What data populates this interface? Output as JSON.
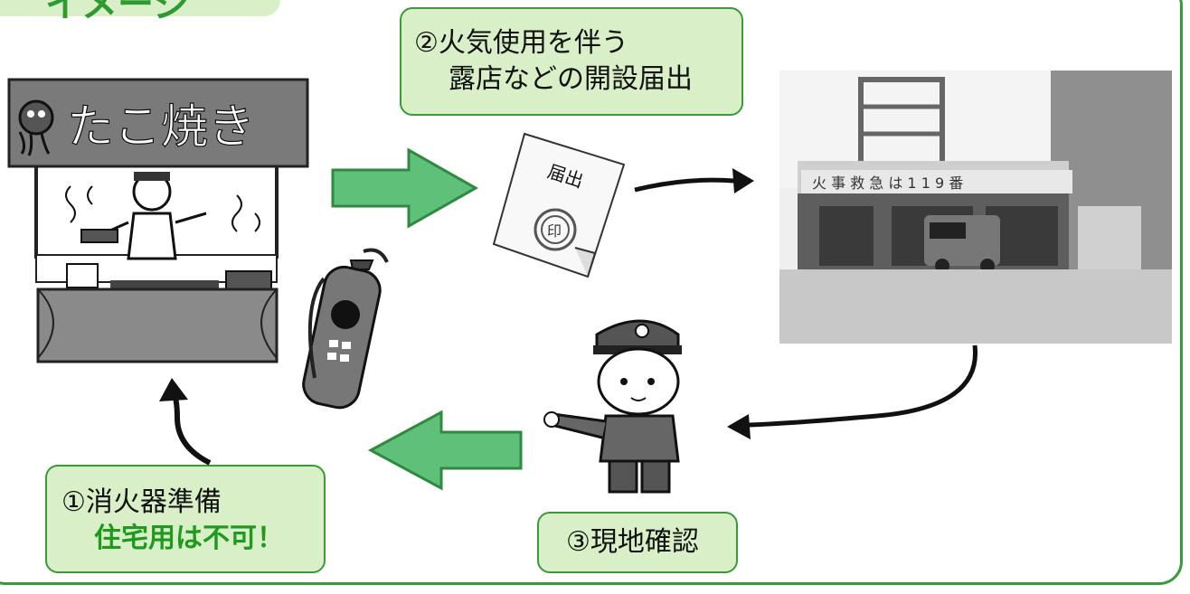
{
  "callouts": {
    "step2": {
      "line1": "②火気使用を伴う",
      "line2": "露店などの開設届出"
    },
    "step1": {
      "line1": "①消火器準備",
      "line2": "住宅用は不可！"
    },
    "step3": {
      "line1": "③現地確認"
    }
  },
  "stall": {
    "sign_text": "たこ焼き"
  },
  "document": {
    "title_text": "届出",
    "stamp_text": "印"
  },
  "fire_station": {
    "banner_text": "火 事 救 急 は 1 1 9 番"
  },
  "colors": {
    "accent_green": "#3a9a3a",
    "callout_fill": "#d8efc8",
    "arrow_fill": "#5fc07a"
  }
}
